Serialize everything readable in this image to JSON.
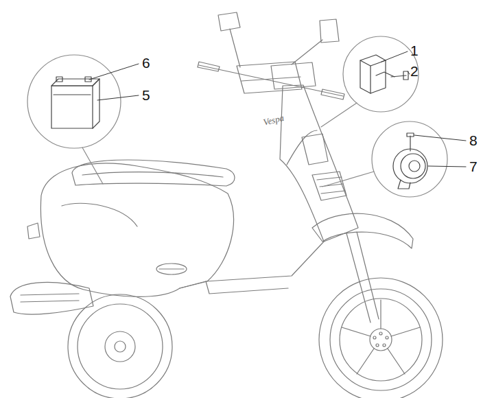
{
  "diagram": {
    "labels": [
      "6",
      "5",
      "1",
      "2",
      "8",
      "7",
      "Vespa"
    ]
  }
}
